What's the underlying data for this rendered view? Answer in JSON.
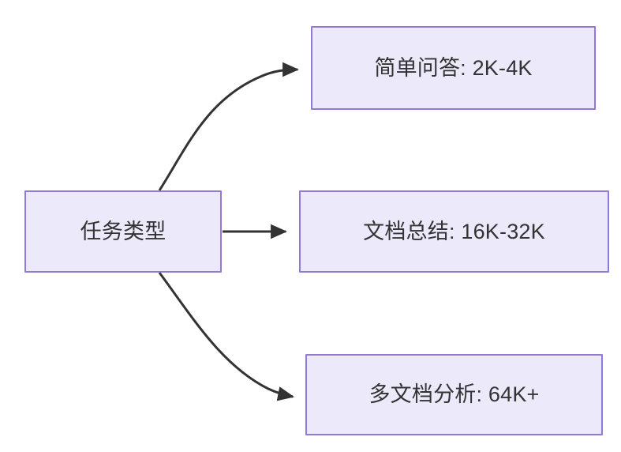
{
  "diagram": {
    "type": "flowchart",
    "direction": "left-to-right",
    "background_color": "#ffffff",
    "node_fill_color": "#ece9fb",
    "node_border_color": "#9179d6",
    "text_color": "#333333",
    "edge_color": "#333333",
    "nodes": [
      {
        "id": "root",
        "label": "任务类型"
      },
      {
        "id": "simple_qa",
        "label": "简单问答: 2K-4K"
      },
      {
        "id": "doc_summary",
        "label": "文档总结: 16K-32K"
      },
      {
        "id": "multi_doc",
        "label": "多文档分析: 64K+"
      }
    ],
    "edges": [
      {
        "from": "root",
        "to": "simple_qa",
        "label": "",
        "style": "curved",
        "arrowhead": "solid-triangle"
      },
      {
        "from": "root",
        "to": "doc_summary",
        "label": "",
        "style": "straight",
        "arrowhead": "solid-triangle"
      },
      {
        "from": "root",
        "to": "multi_doc",
        "label": "",
        "style": "curved",
        "arrowhead": "solid-triangle"
      }
    ]
  }
}
